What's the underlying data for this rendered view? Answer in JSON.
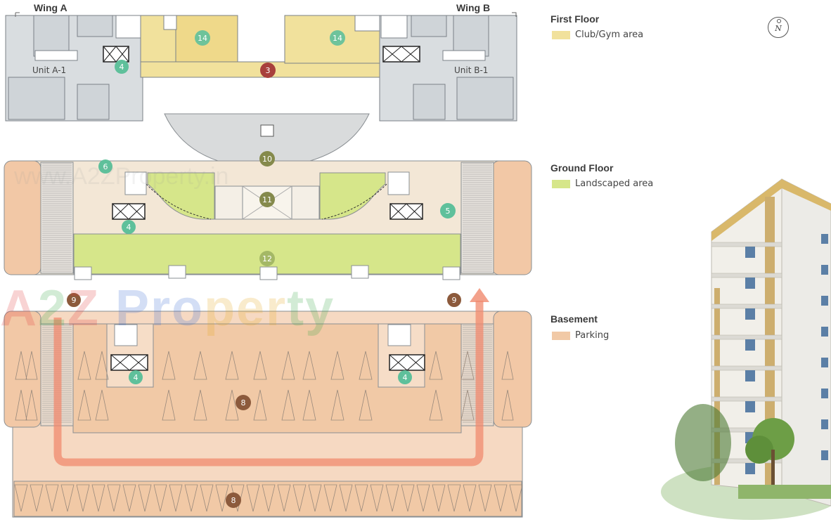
{
  "wings": {
    "a": "Wing A",
    "b": "Wing B"
  },
  "units": {
    "a1": "Unit A-1",
    "b1": "Unit B-1"
  },
  "markers": {
    "m14a": "14",
    "m14b": "14",
    "m4ff": "4",
    "m3": "3",
    "m10": "10",
    "m6": "6",
    "m11": "11",
    "m5": "5",
    "m4gf": "4",
    "m12": "12",
    "m9a": "9",
    "m9b": "9",
    "m4ba": "4",
    "m4bb": "4",
    "m8a": "8",
    "m8b": "8"
  },
  "legend": {
    "first_floor": {
      "title": "First Floor",
      "item": "Club/Gym area",
      "color": "#f1e19c"
    },
    "ground_floor": {
      "title": "Ground Floor",
      "item": "Landscaped area",
      "color": "#d6e68a"
    },
    "basement": {
      "title": "Basement",
      "item": "Parking",
      "color": "#f1c9a6"
    }
  },
  "compass": "N",
  "watermark": {
    "a": "A",
    "two": "2",
    "z": "Z",
    "p1": "Pro",
    "p2": "per",
    "p3": "ty",
    "small": "www.A2ZProperty.in"
  },
  "colors": {
    "teal": "#5fc09b",
    "red": "#a8403c",
    "olive": "#858a4c",
    "brown": "#8c5a3c",
    "peach": "#f1c9a6"
  }
}
